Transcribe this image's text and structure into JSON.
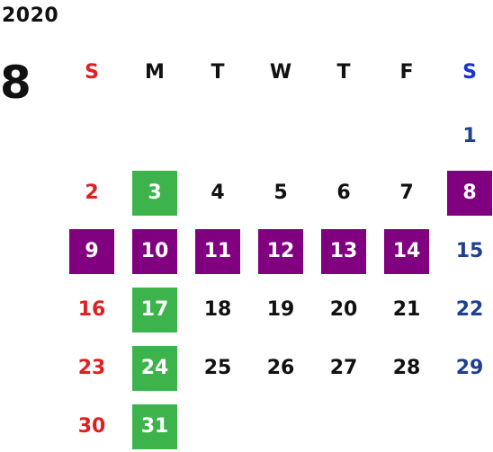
{
  "year": "2020",
  "month": "8",
  "colors": {
    "sunday": "#e02020",
    "saturday": "#1a33cc",
    "saturday_date": "#1f3f8f",
    "weekday": "#111111",
    "green": "#3cb44b",
    "purple": "#800080"
  },
  "weekdays": [
    {
      "label": "S",
      "type": "sunday"
    },
    {
      "label": "M",
      "type": "weekday"
    },
    {
      "label": "T",
      "type": "weekday"
    },
    {
      "label": "W",
      "type": "weekday"
    },
    {
      "label": "T",
      "type": "weekday"
    },
    {
      "label": "F",
      "type": "weekday"
    },
    {
      "label": "S",
      "type": "saturday"
    }
  ],
  "weeks": [
    [
      {
        "day": ""
      },
      {
        "day": ""
      },
      {
        "day": ""
      },
      {
        "day": ""
      },
      {
        "day": ""
      },
      {
        "day": ""
      },
      {
        "day": "1"
      }
    ],
    [
      {
        "day": "2"
      },
      {
        "day": "3",
        "highlight": "green"
      },
      {
        "day": "4"
      },
      {
        "day": "5"
      },
      {
        "day": "6"
      },
      {
        "day": "7"
      },
      {
        "day": "8",
        "highlight": "purple"
      }
    ],
    [
      {
        "day": "9",
        "highlight": "purple"
      },
      {
        "day": "10",
        "highlight": "purple"
      },
      {
        "day": "11",
        "highlight": "purple"
      },
      {
        "day": "12",
        "highlight": "purple"
      },
      {
        "day": "13",
        "highlight": "purple"
      },
      {
        "day": "14",
        "highlight": "purple"
      },
      {
        "day": "15"
      }
    ],
    [
      {
        "day": "16"
      },
      {
        "day": "17",
        "highlight": "green"
      },
      {
        "day": "18"
      },
      {
        "day": "19"
      },
      {
        "day": "20"
      },
      {
        "day": "21"
      },
      {
        "day": "22"
      }
    ],
    [
      {
        "day": "23"
      },
      {
        "day": "24",
        "highlight": "green"
      },
      {
        "day": "25"
      },
      {
        "day": "26"
      },
      {
        "day": "27"
      },
      {
        "day": "28"
      },
      {
        "day": "29"
      }
    ],
    [
      {
        "day": "30"
      },
      {
        "day": "31",
        "highlight": "green"
      },
      {
        "day": ""
      },
      {
        "day": ""
      },
      {
        "day": ""
      },
      {
        "day": ""
      },
      {
        "day": ""
      }
    ]
  ]
}
